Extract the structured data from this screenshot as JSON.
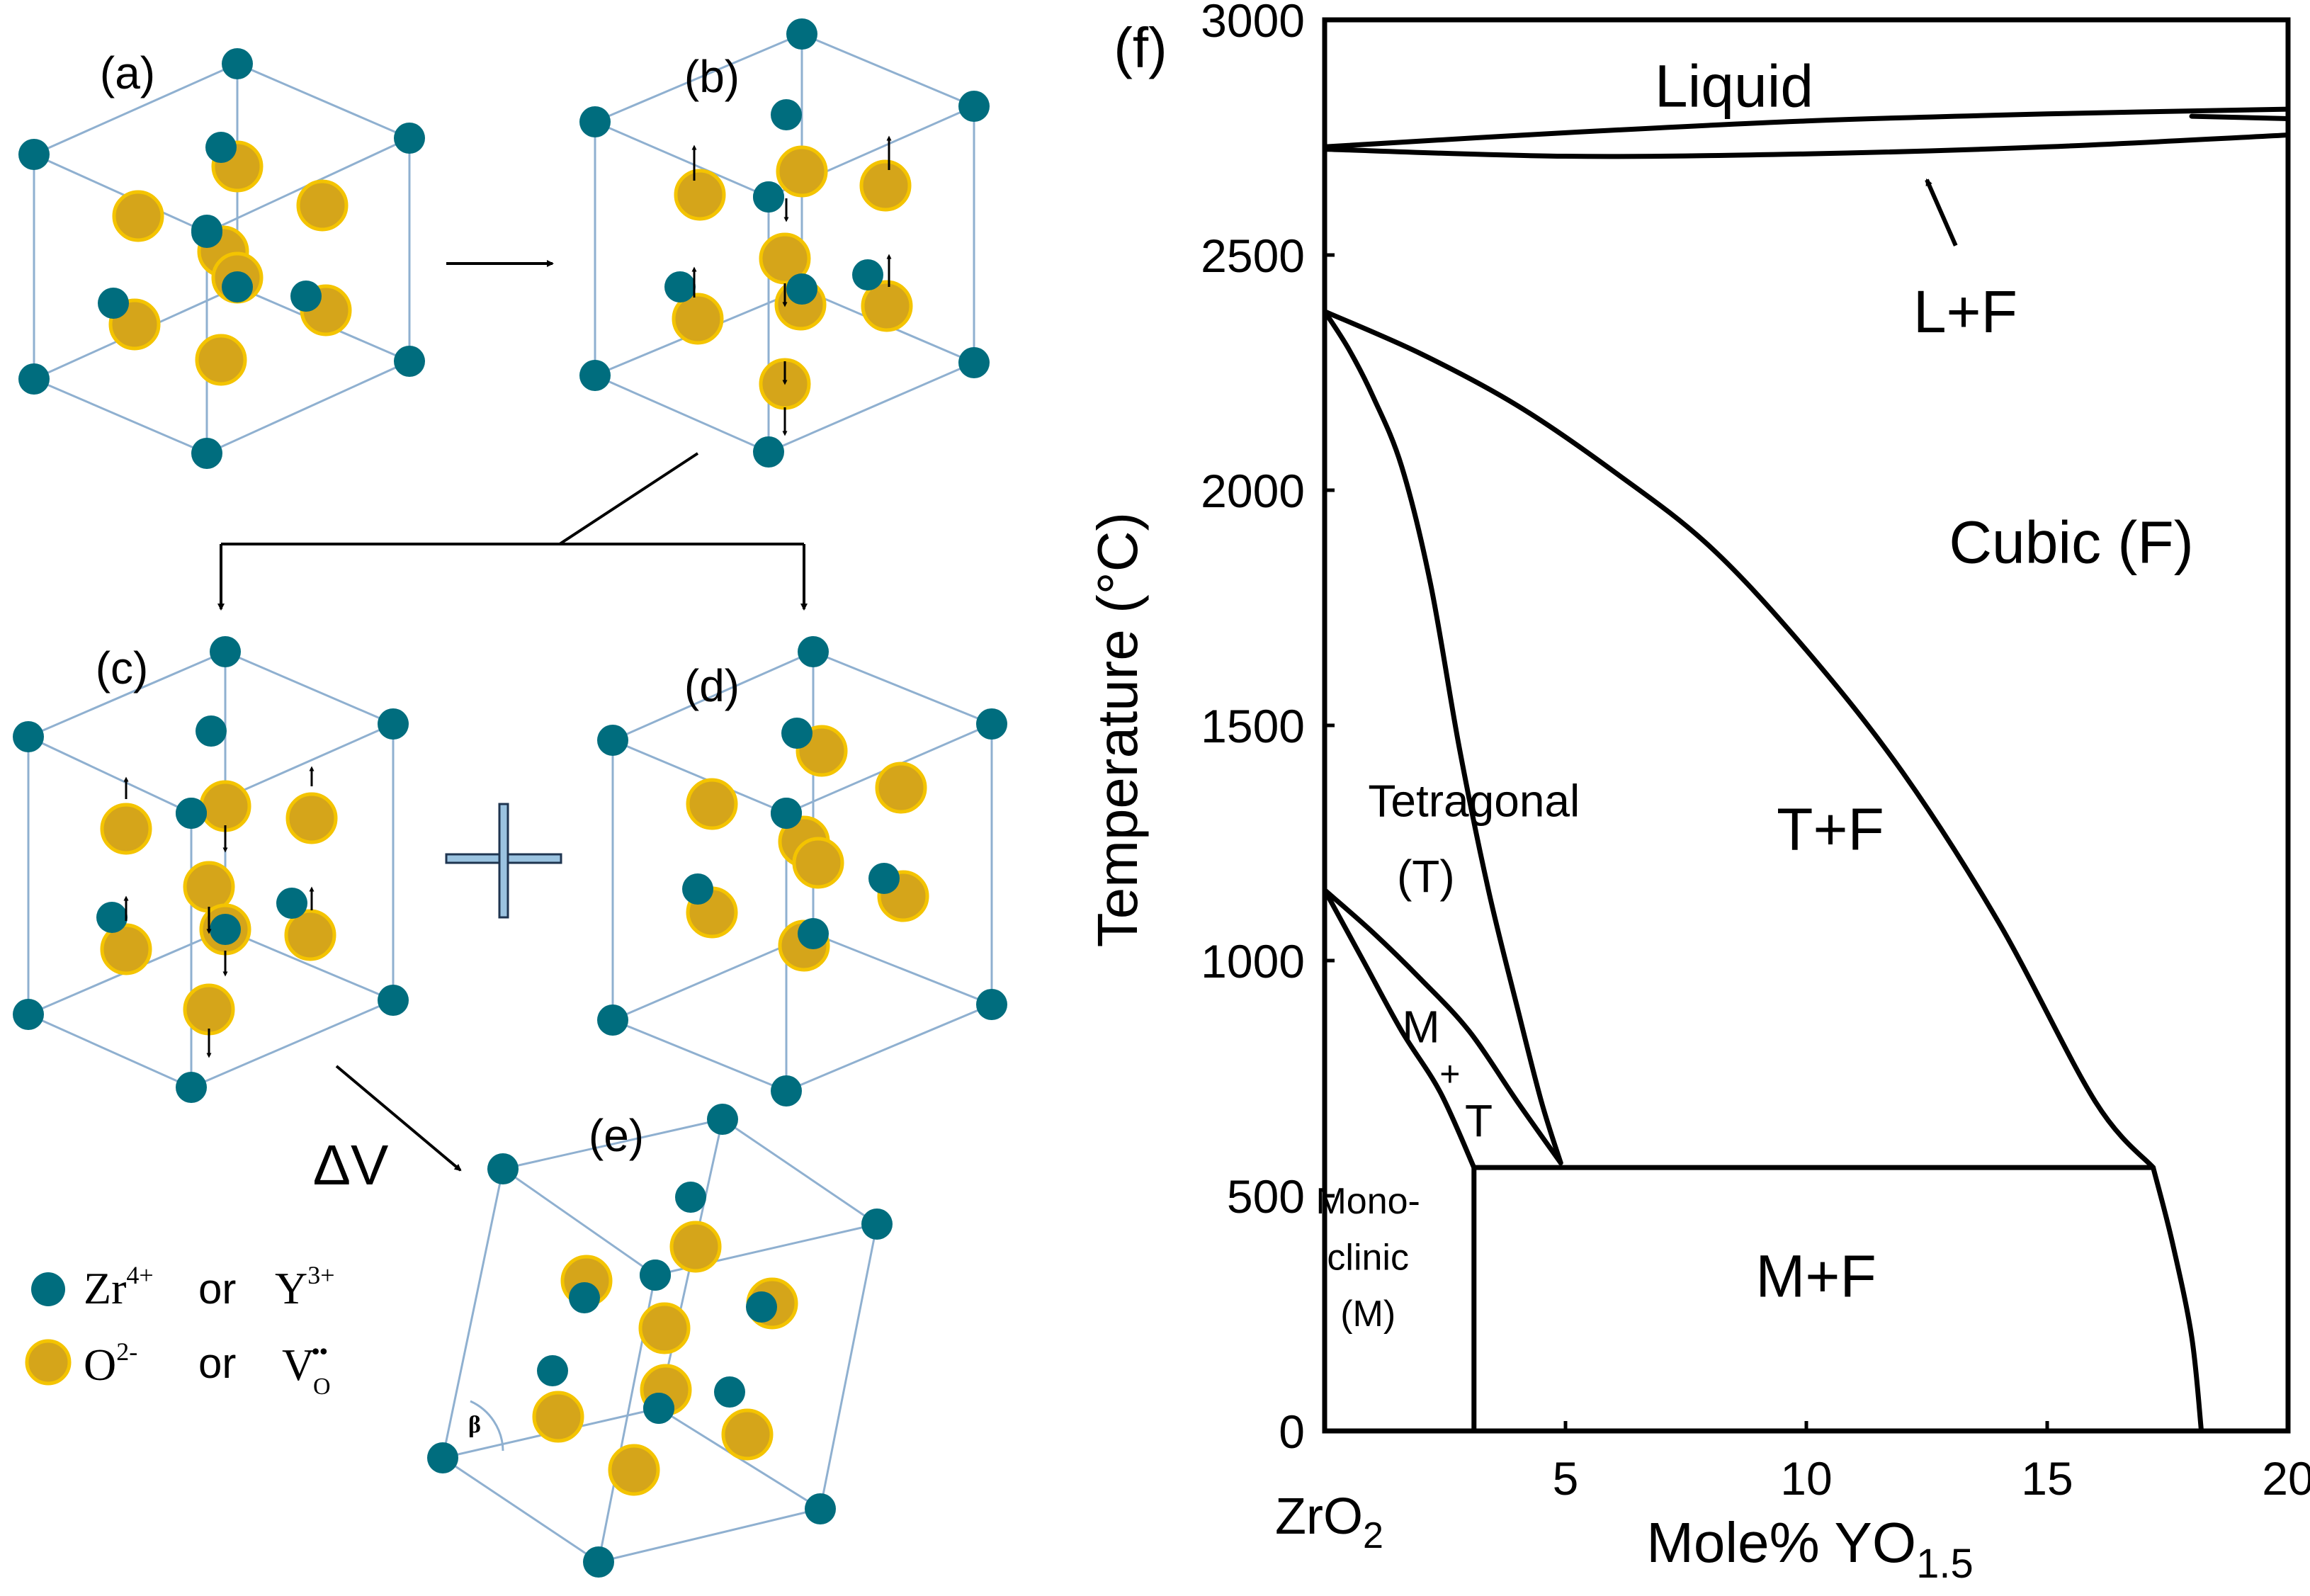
{
  "panels": {
    "a": "(a)",
    "b": "(b)",
    "c": "(c)",
    "d": "(d)",
    "e": "(e)",
    "f": "(f)"
  },
  "legend": {
    "cation_ion1": "Zr",
    "cation_ion1_charge": "4+",
    "cation_or": "or",
    "cation_ion2": "Y",
    "cation_ion2_charge": "3+",
    "anion_ion1": "O",
    "anion_ion1_charge": "2-",
    "anion_or": "or",
    "anion_ion2": "V",
    "anion_ion2_dots": "••",
    "anion_ion2_sub": "O"
  },
  "labels": {
    "delta_v": "ΔV",
    "beta": "β",
    "plus": "+"
  },
  "colors": {
    "cation": "#006d7e",
    "anion": "#d5a51a",
    "anion_rim": "#f4c400",
    "cell_edge": "#8fb0d0"
  },
  "chart_data": {
    "type": "phase-diagram",
    "xlabel": "Mole% YO",
    "xlabel_sub": "1.5",
    "ylabel": "Temperature (°C)",
    "xlim": [
      0,
      20
    ],
    "ylim": [
      0,
      3000
    ],
    "x_ticks": [
      5,
      10,
      15,
      20
    ],
    "x_tick_labels": [
      "5",
      "10",
      "15",
      "20"
    ],
    "x_origin_label": "ZrO",
    "x_origin_sub": "2",
    "y_ticks": [
      0,
      500,
      1000,
      1500,
      2000,
      2500,
      3000
    ],
    "y_tick_labels": [
      "0",
      "500",
      "1000",
      "1500",
      "2000",
      "2500",
      "3000"
    ],
    "regions": [
      {
        "name": "Liquid",
        "x": 8.5,
        "y": 2860
      },
      {
        "name": "L+F",
        "x": 13.3,
        "y": 2380
      },
      {
        "name": "Cubic (F)",
        "x": 15.5,
        "y": 1890
      },
      {
        "name": "Tetragonal",
        "x": 3.1,
        "y": 1340
      },
      {
        "name": "(T)",
        "x": 2.1,
        "y": 1180
      },
      {
        "name": "T+F",
        "x": 10.5,
        "y": 1280
      },
      {
        "name": "M",
        "x": 2.0,
        "y": 860
      },
      {
        "name": "+",
        "x": 2.6,
        "y": 760
      },
      {
        "name": "T",
        "x": 3.2,
        "y": 660
      },
      {
        "name": "Mono-",
        "x": 0.9,
        "y": 490
      },
      {
        "name": "clinic",
        "x": 0.9,
        "y": 370
      },
      {
        "name": "(M)",
        "x": 0.9,
        "y": 250
      },
      {
        "name": "M+F",
        "x": 10.2,
        "y": 330
      }
    ],
    "boundaries": [
      {
        "id": "liquidus",
        "points": [
          [
            0,
            2730
          ],
          [
            5,
            2760
          ],
          [
            10,
            2785
          ],
          [
            15,
            2800
          ],
          [
            20,
            2810
          ]
        ]
      },
      {
        "id": "liquidus-right",
        "points": [
          [
            18,
            2795
          ],
          [
            20,
            2790
          ]
        ]
      },
      {
        "id": "solidus",
        "points": [
          [
            0,
            2725
          ],
          [
            5,
            2710
          ],
          [
            10,
            2715
          ],
          [
            15,
            2730
          ],
          [
            20,
            2755
          ]
        ]
      },
      {
        "id": "cubic-boundary",
        "points": [
          [
            0,
            2380
          ],
          [
            2,
            2290
          ],
          [
            4,
            2180
          ],
          [
            6,
            2040
          ],
          [
            8,
            1880
          ],
          [
            10,
            1660
          ],
          [
            12,
            1400
          ],
          [
            14,
            1080
          ],
          [
            16,
            700
          ],
          [
            17.2,
            560
          ]
        ]
      },
      {
        "id": "tetragonal-boundary",
        "points": [
          [
            0,
            2380
          ],
          [
            0.5,
            2300
          ],
          [
            1,
            2200
          ],
          [
            1.6,
            2050
          ],
          [
            2.2,
            1800
          ],
          [
            2.8,
            1450
          ],
          [
            3.4,
            1150
          ],
          [
            4,
            900
          ],
          [
            4.5,
            700
          ],
          [
            4.9,
            570
          ]
        ]
      },
      {
        "id": "eutectoid",
        "points": [
          [
            3.1,
            560
          ],
          [
            17.2,
            560
          ]
        ]
      },
      {
        "id": "mf-right",
        "points": [
          [
            17.2,
            560
          ],
          [
            17.6,
            400
          ],
          [
            18,
            200
          ],
          [
            18.2,
            0
          ]
        ]
      },
      {
        "id": "mt-upper",
        "points": [
          [
            0,
            1150
          ],
          [
            1,
            1060
          ],
          [
            2,
            960
          ],
          [
            3,
            850
          ],
          [
            4,
            700
          ],
          [
            4.9,
            570
          ]
        ]
      },
      {
        "id": "mt-lower",
        "points": [
          [
            0,
            1150
          ],
          [
            0.8,
            1000
          ],
          [
            1.6,
            850
          ],
          [
            2.4,
            720
          ],
          [
            3.1,
            560
          ]
        ]
      },
      {
        "id": "monoclinic-boundary",
        "points": [
          [
            3.1,
            560
          ],
          [
            3.1,
            0
          ]
        ]
      }
    ],
    "annotations": [
      {
        "type": "arrow",
        "from": [
          13.1,
          2520
        ],
        "to": [
          12.5,
          2660
        ]
      }
    ]
  }
}
